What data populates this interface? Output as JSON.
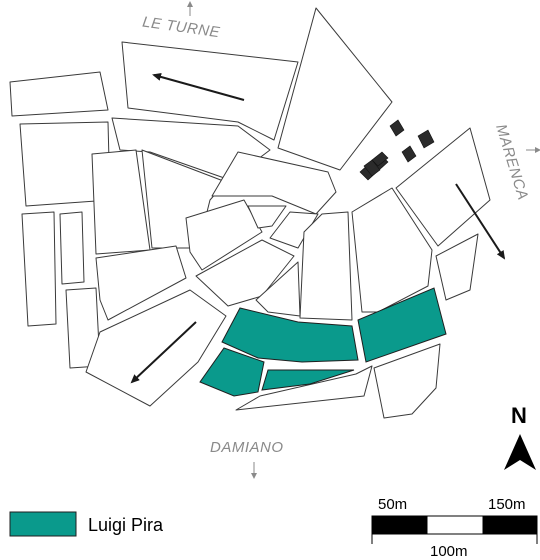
{
  "places": {
    "north_label": "LE TURNE",
    "east_label": "MARENCA",
    "south_label": "DAMIANO"
  },
  "compass": {
    "label": "N"
  },
  "scale_bar": {
    "label_left": "50m",
    "label_right": "150m",
    "label_middle": "100m"
  },
  "legend": {
    "items": [
      {
        "label": "Luigi Pira",
        "color": "#0a9a8c"
      }
    ]
  },
  "colors": {
    "highlight": "#0a9a8c",
    "building": "#2b2b2b",
    "outline": "#3a3a3a"
  }
}
